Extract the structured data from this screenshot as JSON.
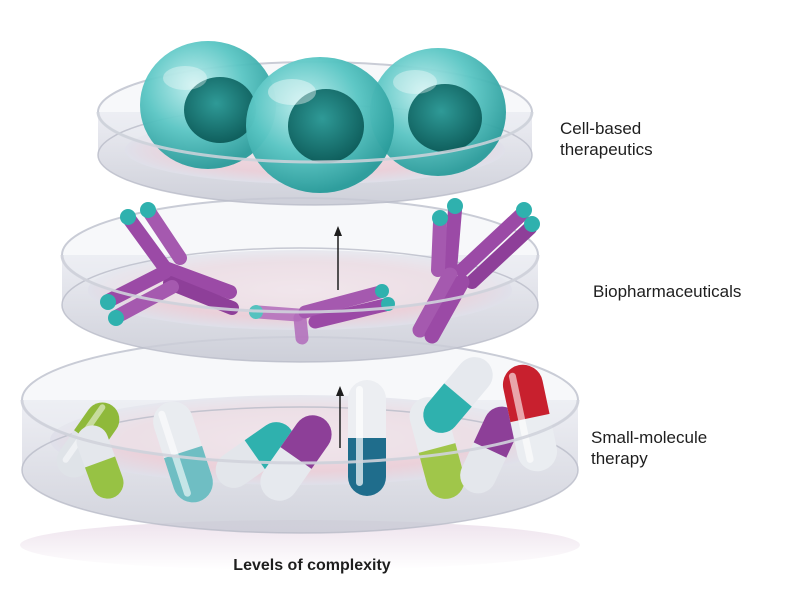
{
  "tiers": [
    {
      "id": "cell",
      "label_line1": "Cell-based",
      "label_line2": "therapeutics"
    },
    {
      "id": "bio",
      "label_line1": "Biopharmaceuticals"
    },
    {
      "id": "small",
      "label_line1": "Small-molecule",
      "label_line2": "therapy"
    }
  ],
  "footer": "Levels of complexity",
  "colors": {
    "teal": "#2fb1ae",
    "cell_nucleus": "#14726f",
    "purple": "#9b4aa6",
    "green": "#8fb93a",
    "blue": "#1f6d8c",
    "red": "#c8202e",
    "dish_rim": "#c9ccd6",
    "dish_floor": "#eecfd8"
  },
  "icons": [
    "arrow-up-icon",
    "cell-icon",
    "antibody-icon",
    "capsule-icon",
    "petri-dish-icon"
  ]
}
